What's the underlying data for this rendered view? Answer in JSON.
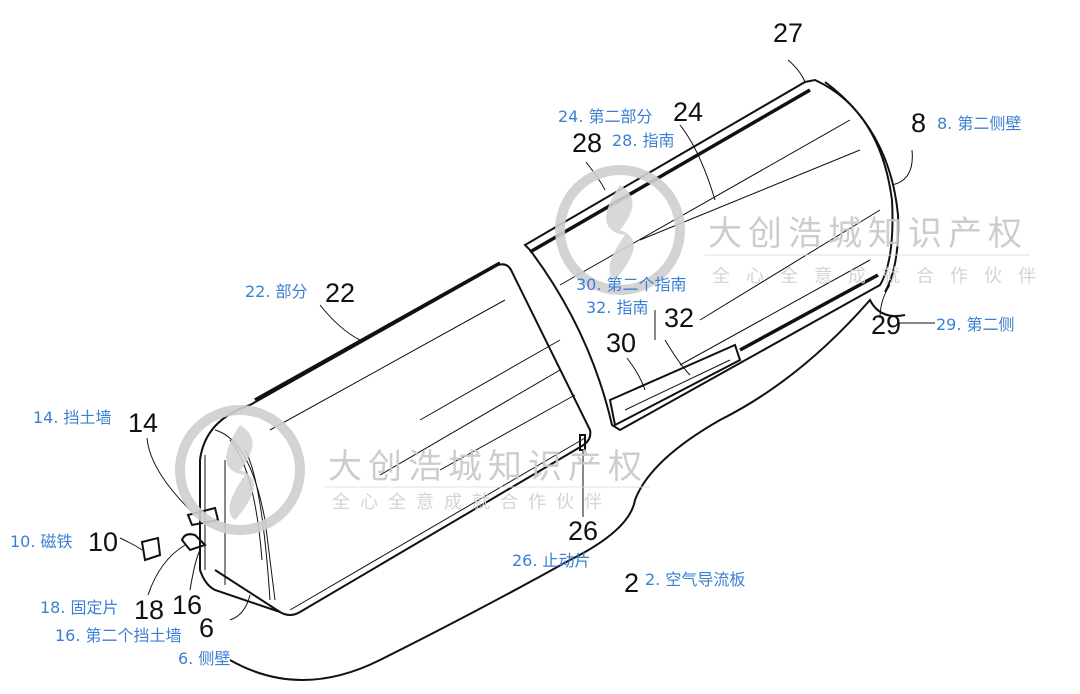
{
  "figure": {
    "reference_numerals": {
      "n27": "27",
      "n24": "24",
      "n28": "28",
      "n8": "8",
      "n22": "22",
      "n30": "30",
      "n32": "32",
      "n29": "29",
      "n14": "14",
      "n26": "26",
      "n10": "10",
      "n2": "2",
      "n18": "18",
      "n16": "16",
      "n6": "6"
    },
    "labels": {
      "l24": "24. 第二部分",
      "l28": "28. 指南",
      "l8": "8. 第二侧壁",
      "l22": "22. 部分",
      "l30": "30. 第二个指南",
      "l32": "32. 指南",
      "l29": "29. 第二侧",
      "l14": "14. 挡土墙",
      "l10": "10. 磁铁",
      "l26": "26. 止动片",
      "l2": "2. 空气导流板",
      "l18": "18. 固定片",
      "l16": "16. 第二个挡土墙",
      "l6": "6. 侧壁"
    }
  },
  "watermark": {
    "title": "大创浩城知识产权",
    "slogan": "全心全意成就合作伙伴"
  },
  "colors": {
    "label": "#3b7fd4",
    "line": "#111111",
    "watermark": "#c8c8c8"
  }
}
